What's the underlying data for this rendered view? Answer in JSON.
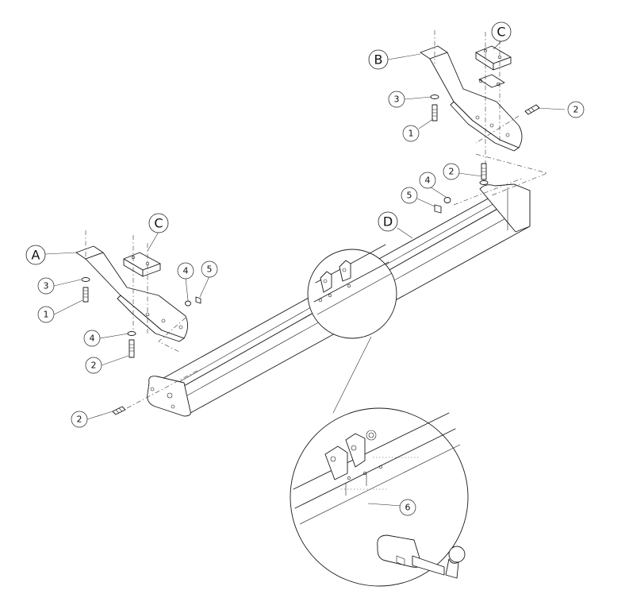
{
  "callouts": {
    "A": "A",
    "B": "B",
    "C": "C",
    "D": "D",
    "n1": "1",
    "n2": "2",
    "n3": "3",
    "n4": "4",
    "n5": "5",
    "n6": "6"
  }
}
